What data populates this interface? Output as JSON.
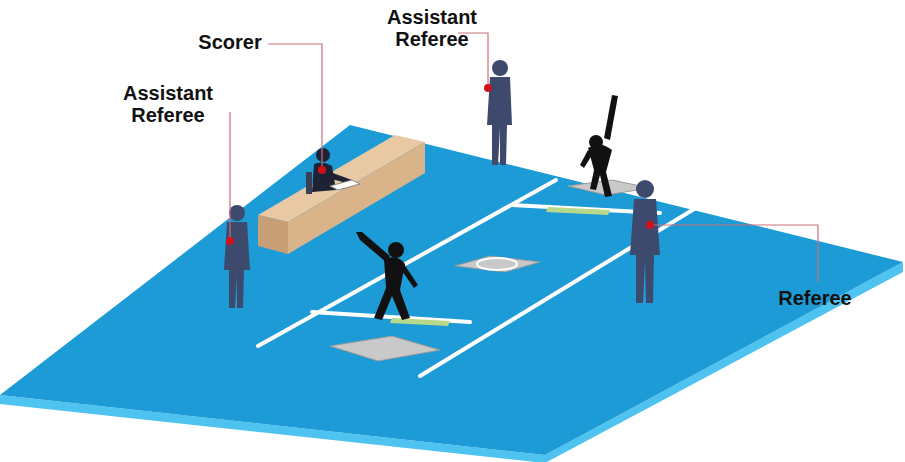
{
  "diagram": {
    "labels": [
      "Scorer",
      "Assistant Referee",
      "Assistant Referee",
      "Referee"
    ]
  }
}
